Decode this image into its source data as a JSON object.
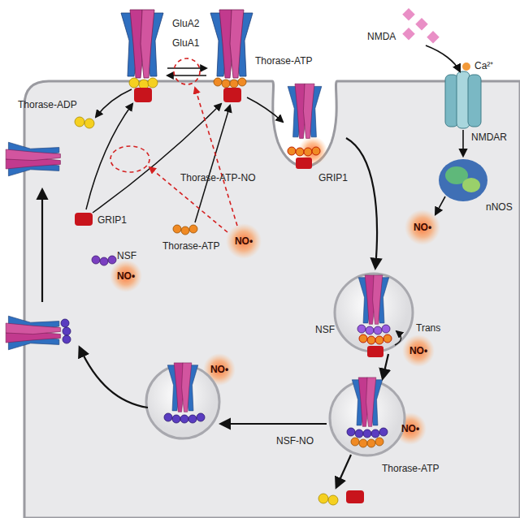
{
  "diagram": {
    "labels": [
      "GluA2",
      "GluA1",
      "Thorase-ATP",
      "Thorase-ADP",
      "NMDA",
      "Ca²⁺",
      "NMDAR",
      "GRIP1",
      "Thorase-ATP",
      "NO•",
      "Thorase-ATP-NO",
      "GRIP1",
      "nNOS",
      "NO•",
      "NSF",
      "NO•",
      "NO•",
      "NSF",
      "Trans",
      "NSF-NO",
      "NO•",
      "Thorase-ATP",
      "NO•"
    ]
  }
}
